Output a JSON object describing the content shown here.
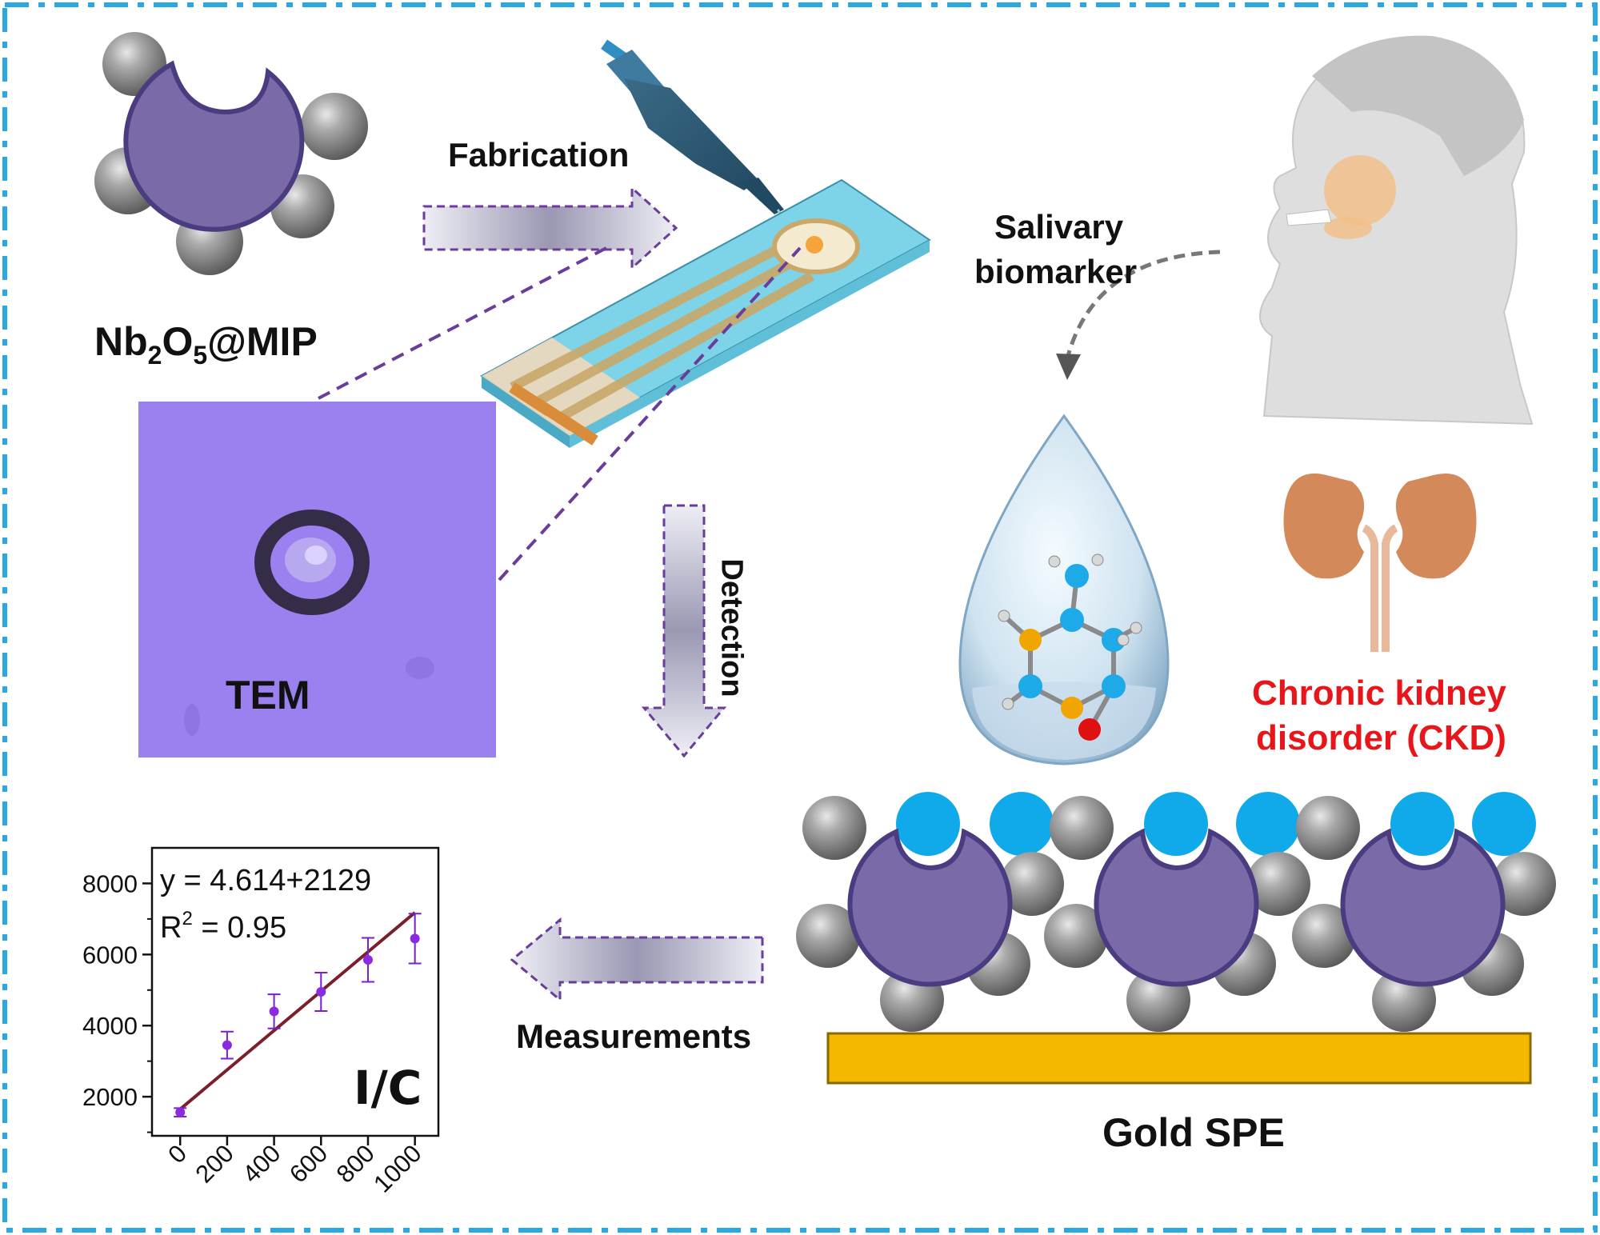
{
  "labels": {
    "nb_base": "Nb",
    "nb_sub1": "2",
    "nb_mid": "O",
    "nb_sub2": "5",
    "nb_tail": "@MIP",
    "fabrication": "Fabrication",
    "salivary": "Salivary",
    "biomarker": "biomarker",
    "tem": "TEM",
    "detection": "Detection",
    "ckd_line1": "Chronic kidney",
    "ckd_line2": "disorder (CKD)",
    "measurements": "Measurements",
    "gold_spe": "Gold SPE"
  },
  "colors": {
    "border": "#29a9e0",
    "mip_purple": "#7b6aa8",
    "dash_purple": "#6a3d9a",
    "tem_bg": "#9b80f0",
    "gold": "#f5b800",
    "cyan": "#10a9ea",
    "ckd_red": "#e8151a",
    "kidney": "#d4895a",
    "strip": "#7dd3e8"
  },
  "chart_data": {
    "type": "scatter",
    "x": [
      0,
      200,
      400,
      600,
      800,
      1000
    ],
    "y": [
      1560,
      3450,
      4400,
      4950,
      5850,
      6450
    ],
    "y_err": [
      120,
      380,
      480,
      540,
      620,
      700
    ],
    "fit_line": {
      "x": [
        0,
        1000
      ],
      "y": [
        1650,
        7180
      ]
    },
    "x_ticks": [
      "0",
      "200",
      "400",
      "600",
      "800",
      "1000"
    ],
    "y_ticks": [
      "2000",
      "4000",
      "6000",
      "8000"
    ],
    "xlim": [
      -120,
      1100
    ],
    "ylim": [
      900,
      9000
    ],
    "equation": "y = 4.614+2129",
    "r2_base": "R",
    "r2_exp": "2",
    "r2_value": " = 0.95",
    "panel_label": "I/C"
  }
}
